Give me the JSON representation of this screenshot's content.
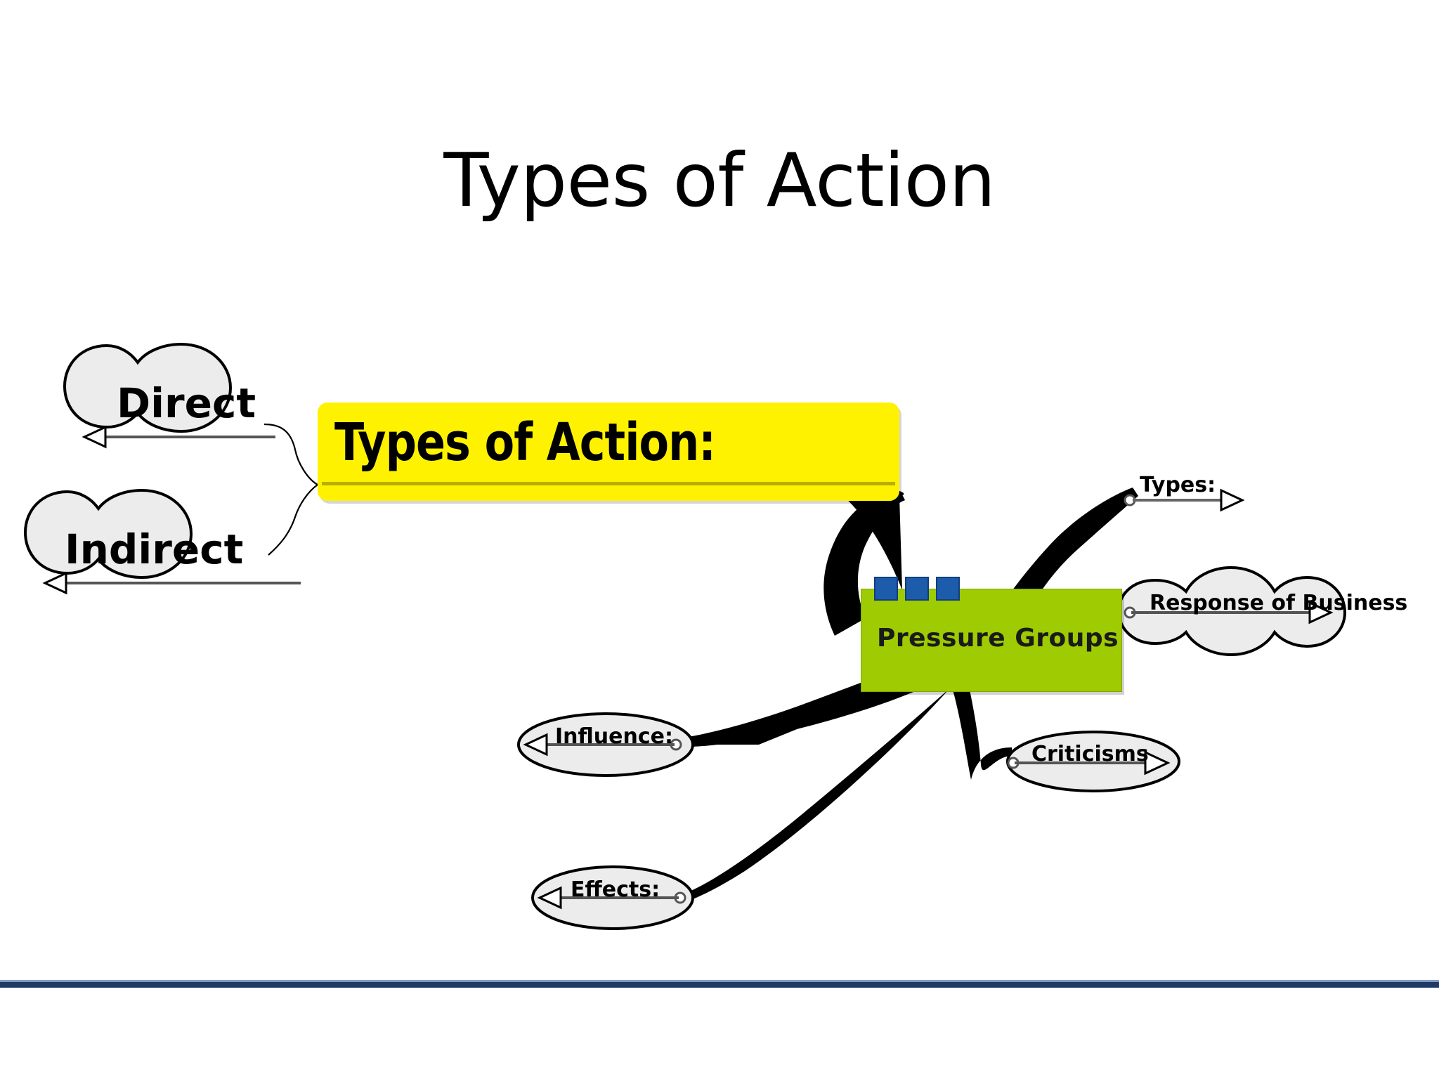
{
  "slide": {
    "title": "Types of Action",
    "background_color": "#ffffff",
    "footer_rule_color": "#1f3864"
  },
  "mindmap": {
    "central_topic": {
      "label": "Types of Action:",
      "shape": "rounded-rectangle",
      "fill_color": "#fff200",
      "text_color": "#000000"
    },
    "main_topic": {
      "label": "Pressure Groups",
      "shape": "rectangle",
      "fill_color": "#9ecb02",
      "text_color": "#1a1a1a",
      "chips": [
        "chip-1",
        "chip-2",
        "chip-3"
      ],
      "chip_color": "#1d5bab"
    },
    "subtopics": [
      {
        "label": "Direct",
        "shape": "cloud-2",
        "arrow": "left",
        "fill_color": "#ececec"
      },
      {
        "label": "Indirect",
        "shape": "cloud-2",
        "arrow": "left",
        "fill_color": "#ececec"
      },
      {
        "label": "Types:",
        "shape": "none",
        "arrow": "right",
        "fill_color": "none"
      },
      {
        "label": "Response of Business",
        "shape": "cloud-3",
        "arrow": "right",
        "fill_color": "#ececec"
      },
      {
        "label": "Criticisms",
        "shape": "ellipse",
        "arrow": "right",
        "fill_color": "#ececec"
      },
      {
        "label": "Influence:",
        "shape": "ellipse",
        "arrow": "left",
        "fill_color": "#ececec"
      },
      {
        "label": "Effects:",
        "shape": "ellipse",
        "arrow": "left",
        "fill_color": "#ececec"
      }
    ],
    "connectors": [
      {
        "from": "Types of Action:",
        "to": "Direct",
        "style": "thin"
      },
      {
        "from": "Types of Action:",
        "to": "Indirect",
        "style": "thin"
      },
      {
        "from": "Pressure Groups",
        "to": "Types of Action:",
        "style": "tapered"
      },
      {
        "from": "Pressure Groups",
        "to": "Types:",
        "style": "tapered"
      },
      {
        "from": "Pressure Groups",
        "to": "Response of Business",
        "style": "short"
      },
      {
        "from": "Pressure Groups",
        "to": "Criticisms",
        "style": "tapered"
      },
      {
        "from": "Pressure Groups",
        "to": "Influence:",
        "style": "tapered"
      },
      {
        "from": "Pressure Groups",
        "to": "Effects:",
        "style": "tapered"
      }
    ]
  }
}
